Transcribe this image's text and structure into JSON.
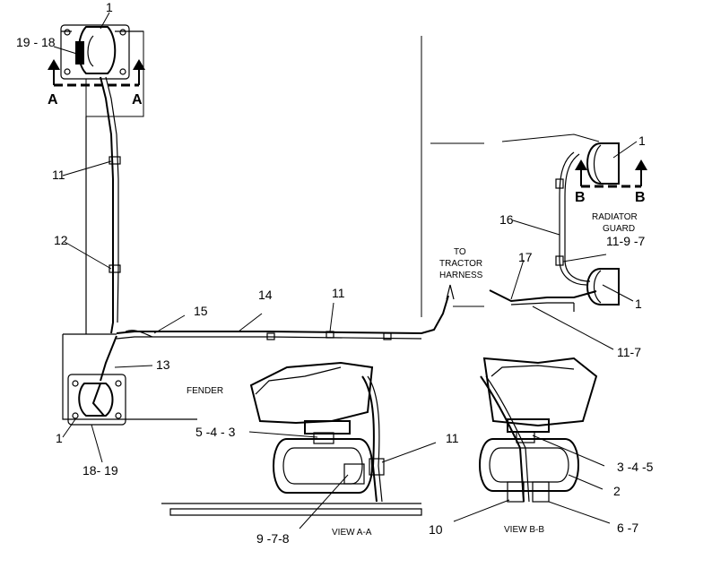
{
  "callouts": {
    "lamp_top": "1",
    "lamp_top_parts": "19 - 18",
    "clip_upper": "11",
    "clip_mid": "12",
    "lamp_bottom": "1",
    "lamp_bottom_parts": "18- 19",
    "harness_lower": "13",
    "connector": "15",
    "harness_main": "14",
    "clip_main": "11",
    "lamp_right_top": "1",
    "lamp_right_bottom": "1",
    "harness_right": "16",
    "harness_right2": "17",
    "right_parts_upper": "11-9 -7",
    "right_parts_lower": "11-7",
    "va_parts_top": "5 -4 - 3",
    "va_clip": "11",
    "va_parts_bottom": "9 -7-8",
    "vb_parts_right": "3 -4 -5",
    "vb_bracket": "2",
    "vb_parts_bottom_left": "10",
    "vb_parts_bottom_right": "6 -7"
  },
  "section_marks": {
    "a_left": "A",
    "a_right": "A",
    "b_left": "B",
    "b_right": "B"
  },
  "labels": {
    "tractor_line1": "TO",
    "tractor_line2": "TRACTOR",
    "tractor_line3": "HARNESS",
    "radiator_line1": "RADIATOR",
    "radiator_line2": "GUARD",
    "fender": "FENDER",
    "view_a": "VIEW  A-A",
    "view_b": "VIEW  B-B"
  }
}
